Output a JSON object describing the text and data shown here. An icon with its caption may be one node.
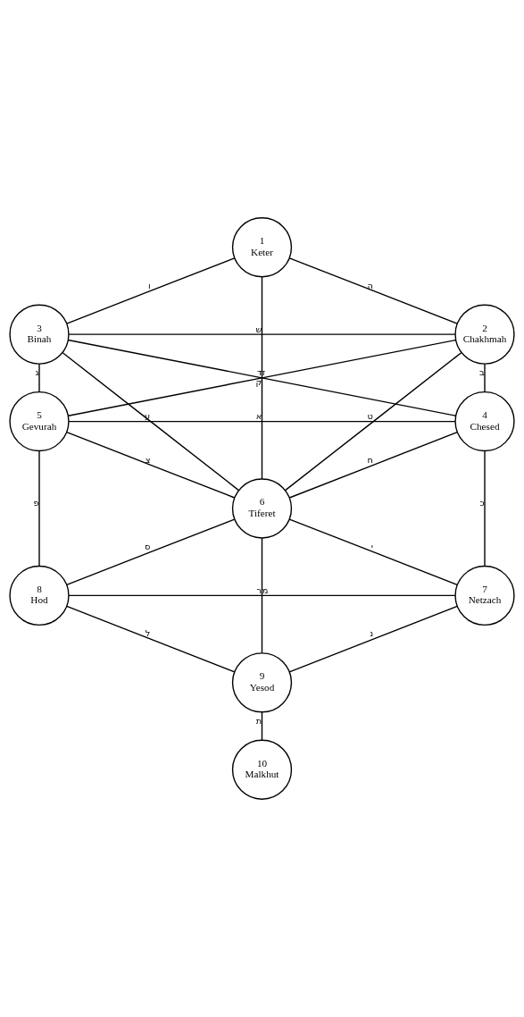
{
  "diagram": {
    "nodes": [
      {
        "text": [
          "1",
          "Keter"
        ]
      },
      {
        "text": [
          "3",
          "Binah"
        ]
      },
      {
        "text": [
          "2",
          "Chakhmah"
        ]
      },
      {
        "text": [
          "5",
          "Gevurah"
        ]
      },
      {
        "text": [
          "4",
          "Chesed"
        ]
      },
      {
        "text": [
          "6",
          "Tiferet"
        ]
      },
      {
        "text": [
          "8",
          "Hod"
        ]
      },
      {
        "text": [
          "7",
          "Netzach"
        ]
      },
      {
        "text": [
          "9",
          "Yesod"
        ]
      },
      {
        "text": [
          "10",
          "Malkhut"
        ]
      }
    ],
    "edges": [
      {
        "from": 0,
        "to": 1,
        "arrow": "none",
        "label": "ו"
      },
      {
        "from": 0,
        "to": 2,
        "arrow": "none",
        "label": "ה"
      },
      {
        "from": 1,
        "to": 2,
        "arrow": "none",
        "label": "ש"
      },
      {
        "from": 0,
        "to": 5,
        "arrow": "none",
        "label": "ד"
      },
      {
        "from": 1,
        "to": 4,
        "arrow": "none",
        "label": "ק"
      },
      {
        "from": 2,
        "to": 3,
        "arrow": "none",
        "label": "ז"
      },
      {
        "from": 1,
        "to": 3,
        "arrow": "none",
        "label": "ג"
      },
      {
        "from": 1,
        "to": 5,
        "arrow": "none",
        "label": "ע"
      },
      {
        "from": 2,
        "to": 5,
        "arrow": "none",
        "label": "ט"
      },
      {
        "from": 2,
        "to": 4,
        "arrow": "none",
        "label": "ב"
      },
      {
        "from": 3,
        "to": 4,
        "arrow": "none",
        "label": "א"
      },
      {
        "from": 3,
        "to": 5,
        "arrow": "none",
        "label": "צ"
      },
      {
        "from": 4,
        "to": 5,
        "arrow": "none",
        "label": "ח"
      },
      {
        "from": 3,
        "to": 6,
        "arrow": "none",
        "label": "פ"
      },
      {
        "from": 4,
        "to": 7,
        "arrow": "none",
        "label": "כ"
      },
      {
        "from": 5,
        "to": 6,
        "arrow": "none",
        "label": "ס"
      },
      {
        "from": 5,
        "to": 7,
        "arrow": "none",
        "label": "י"
      },
      {
        "from": 6,
        "to": 7,
        "arrow": "none",
        "label": "מ"
      },
      {
        "from": 5,
        "to": 8,
        "arrow": "none",
        "label": "ר"
      },
      {
        "from": 6,
        "to": 8,
        "arrow": "none",
        "label": "ל"
      },
      {
        "from": 7,
        "to": 8,
        "arrow": "none",
        "label": "נ"
      },
      {
        "from": 8,
        "to": 9,
        "arrow": "none",
        "label": "ת"
      }
    ]
  }
}
